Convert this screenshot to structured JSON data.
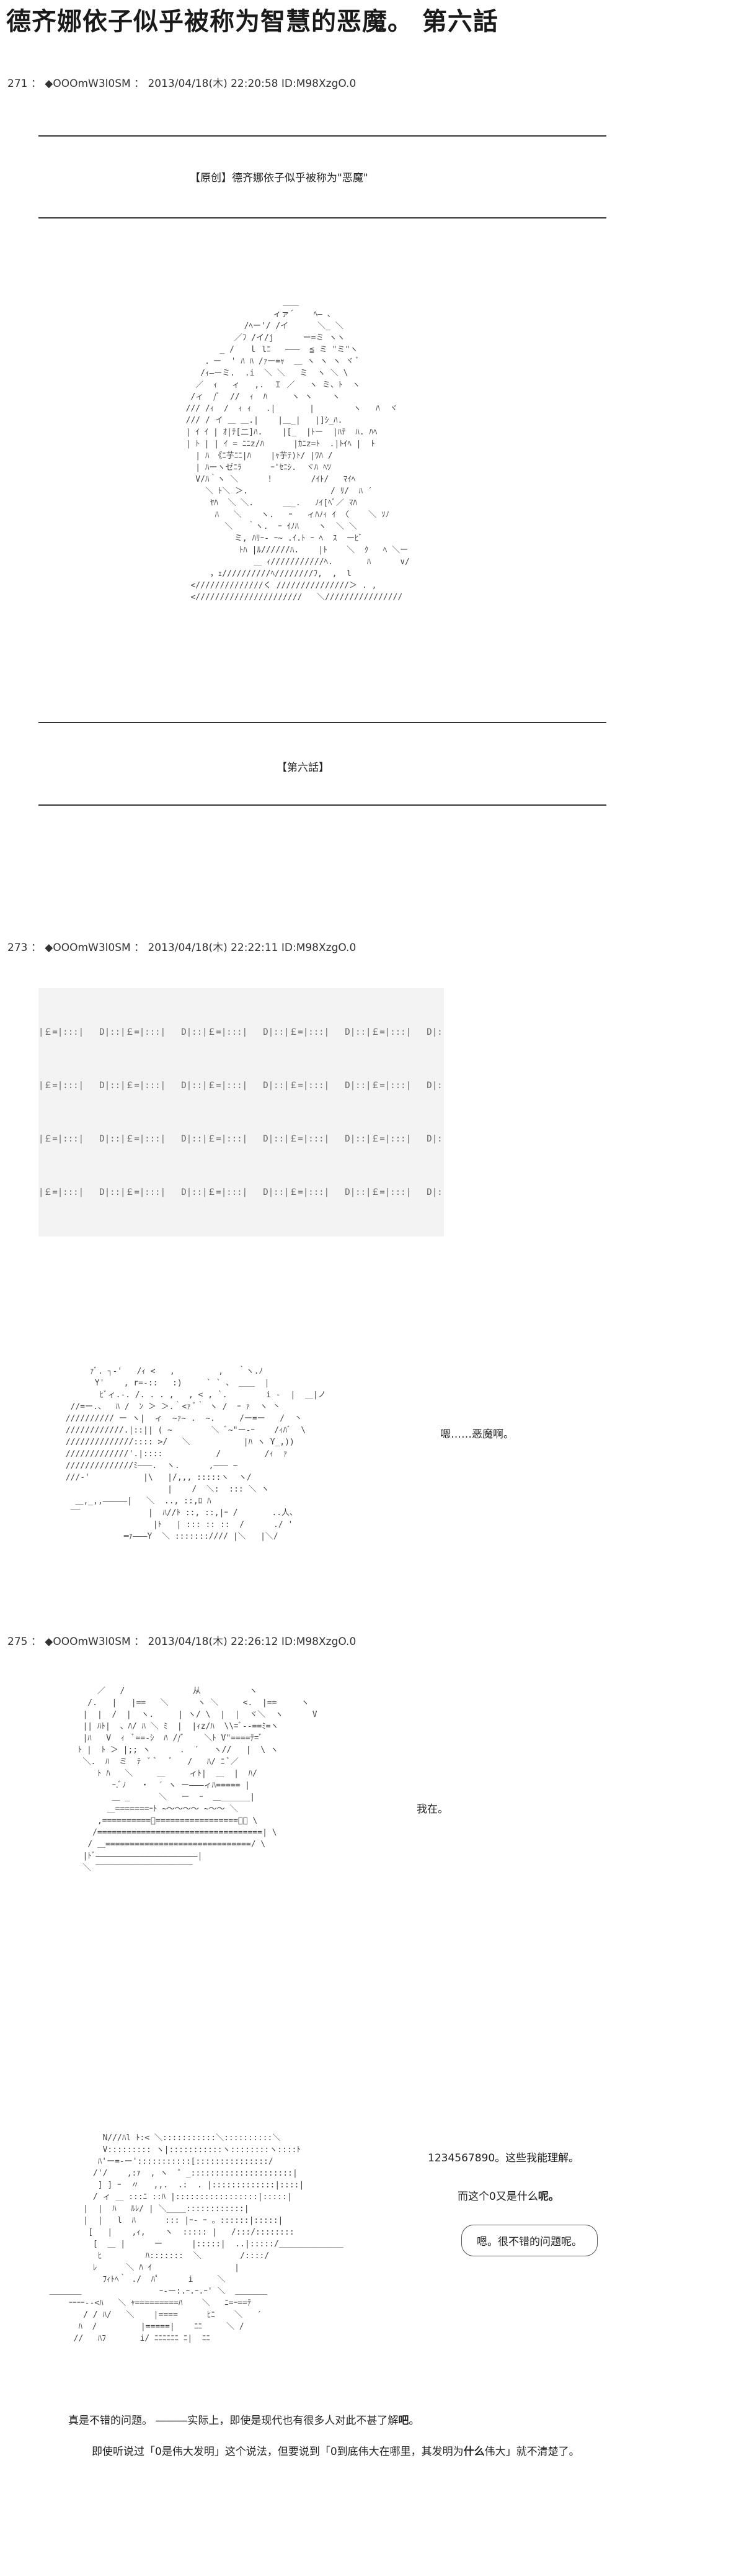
{
  "page_title": "德齐娜依子似乎被称为智慧的恶魔。 第六話",
  "posts": [
    {
      "header": "271 ： ◆OOOmW3l0SM ： 2013/04/18(木) 22:20:58 ID:M98XzgO.0"
    },
    {
      "header": "273 ： ◆OOOmW3l0SM ： 2013/04/18(木) 22:22:11 ID:M98XzgO.0"
    },
    {
      "header": "275 ： ◆OOOmW3l0SM ： 2013/04/18(木) 22:26:12 ID:M98XzgO.0"
    }
  ],
  "opening": {
    "original_label": "【原创】德齐娜依子似乎被称为\"恶魔\"",
    "chapter_label": "【第六話】"
  },
  "frame_row": "|￡=|:::|   D|::|￡=|:::|   D|::|￡=|:::|   D|::|￡=|:::|   D|::|￡=|:::|   D|::|￡=|:::|   D|",
  "dialogue": {
    "line1": "嗯……恶魔啊。",
    "line2": "我在。",
    "line3a_num": "1234567890",
    "line3a_rest": "。这些我能理解。",
    "line3b_pre": "而这个",
    "line3b_mid": "0又是什么",
    "line3b_post": "呢。",
    "bubble": "嗯。很不错的问题呢。"
  },
  "narration": {
    "n1_pre": "真是不错的问题。 ―――实际上，即使是现代也有很多人对此不甚了解",
    "n1_bold": "吧",
    "n1_post": "。",
    "n2_pre": "即使听说过「0是伟大发明」这个说法，但要说到「0到底伟大在哪里，其发明为",
    "n2_bold": "什么",
    "n2_mid": "伟大",
    "n2_post": "」就不清楚了。"
  },
  "art": {
    "aa1": "                      ＿＿\n                    ィァ´    ﾍ― ､\n              /ﾍー'/ /イ      ＼_ ＼\n            ／ﾌ /イ/j      ー=ミ ヽヽ\n         _ /   ｌ lﾆ   ―――  ≦ ミ \"ミ\"ヽ\n      ．ー  ' ﾊ ﾊ /ｧー=ｬ  ＿ ヽ ヽ ヽ ヾ ﾞ\n     /ｨ―ーミ.  .i  ＼ ＼   ミ  ヽ ＼ \\\n    ／  ｨ   ィ   ,.  Ｉ ／   ヽ ミ、ﾄ  ヽ\n   /ィ  /ﾞ  //  ｨ  ﾊ     ヽ ヽ    ヽ\n  /// /ｨ  /  ｨ ｨ   .|       |        ヽ   ﾊ  ヾ\n  /// / イ ＿ ＿.|    |＿_|   |]ｼ_ﾊ.\n  | ｲ ｲ | ｵ|ﾃ[二]ﾊ.    |[_  |ﾄー  |ﾊﾃ  ﾊ. ﾊﾍ\n  | ﾄ | | ｲ = ﾆﾆz/ﾊ      |ｶﾆz=ﾄ  .|ﾄｲﾍ |  ﾄ\n    | ﾊ 《ﾆ芋ﾆﾆ|ﾊ    |ｬ芋ﾃ)ﾄ/ |ﾜﾊ /\n    | ﾊーヽゼﾆﾗ      ｰ'ｾﾆｼ.  ヾﾊ ﾍﾂ\n    V/ﾊ｀ヽ ＼      !        /ｲﾄ/   ﾏｲﾍ\n      ＼ ﾄ＼ ＞.                 / ﾘ/  ﾊ ′\n       ﾔﾊ  ＼ ＼.      ＿_.   ﾉｲ[ﾍﾞ／ ﾏﾊ\n        ﾊ   ＼    ヽ.   ｰ   ィﾊﾉｨ ｲ 〈    ＼ ｿﾉ\n          ＼   ｀ヽ.  ｰ ｲﾉﾊ    ヽ  ＼ ＼\n            ミ, ﾊﾘｰ- ｰ~ .ｲ.ﾄ ｰ ﾍ  ｽ  ーﾋﾞ\n             ﾄﾊ |ﾙ//////ﾊ.    |ﾄ    ＼  ｸ   ﾍ ＼ー\n                ＿ ｨ///////////ﾍ.       ﾊ      ∨/\n       ，ｪ//////////ﾍ////////ﾌ,  ,  l\n   <//////////////く ///////////////＞ . ,\n   <//////////////////////   ＼////////////////",
    "aa2": "      ｧﾞ. ┐-'   /ｨ <   ,         ,   ｀ヽ.ﾉ\n       Y'    , r=-::   :)     ` ` 、 ＿＿  |\n        ﾋﾞィ.-. /. . . ,   , < , `.        i -  |  ＿|ノ\n  //=ー.、  ﾊ /  ﾝ ＞ ＞.｀<ｧ ﾞ｀ ヽ /  ｰ ｧ  ヽ 丶\n ////////// ー ヽ|  ィ  ~ｧ~ .  ~.     /ー=ー   /  丶\n ////////////.|::|| ( ~        ＼ ﾞ~\"ー-ｰ    /ｨﾊﾞ  \\\n //////////////:::: >/   ＼           |ﾊ ヽ Y_,))\n /////////////'.|::::           /         /ｨ  ｧ \n //////////////ﾐ―――.  ヽ.      ,――― ~\n ///-'           |\\   |/,,, :::::ヽ  ヽ/\n                      |    /  ＼:  ::: ＼ ヽ\n   ＿,_,,―――――|   ＼  .., ::,ﾛ ﾊ\n  ‾‾              |  ﾊ//ﾄ ::, ::,|ｰ /       ..人、\n                   |ﾄ   | ::: :: ::  /      ./ '\n             ━ｧ―――Y  ＼ ::::::://// |＼   |＼/",
    "aa3": "      ／   /              从          ヽ\n    /.   |   |==   ＼      ヽ ＼     <.  |==     ヽ\n   |  |  /  |  ヽ.     | ヽ/ \\  |  |  ヾ＼  ヽ      V\n   || ﾊﾄ|  、ﾊ/ ﾊ ＼ ﾐ  |  |ｨz/ﾊ  \\\\=ﾞ--==ﾐ=ヽ\n   |ﾊ   V  ｨ  ﾞ==-ｼ  ﾊ //ﾞ    ＼ﾄ V\"====ﾃ=ﾞ\n  ﾄ |  ﾄ ＞ |;; ヽ      .  ′   ヽ//   |  \\ ヽ\n   ＼.  ﾊ  ミ  ﾃ  ﾞ ﾞ   ﾞ   /   ﾊ/ ﾆ ﾞ／\n      ﾄ ﾊ   ＼     ＿     ィﾄ|  ＿  |  ﾊ/\n         ｰ.ﾞﾉ   ・  ′ ヽ ー―――ィﾊ===== |\n         ＿ _      ＼   ー  ｰ  ＿______|\n        ＿=======ｰﾄ ~～～～～ ~～～ ＼\n      ,==========ﾞ=================ﾟﾟ \\\n     /==================================| \\\n    / ＿==============================/ \\\n   |ﾄﾞ―――――――――――――――――――――|\n   ＼ ‾‾‾‾‾‾‾‾‾‾‾‾‾‾‾‾‾‾‾‾",
    "aa4": "              N///ﾊl ﾄ:< ＼:::::::::::＼::::::::::＼\n              V::::::::: ヽ|:::::::::::ヽ::::::::ヽ::::ﾄ\n             ﾊ'ー=-ー':::::::::::[:::::::::::::::/\n            /'/    ,:ｧ  , ヽ  ゜_:::::::::::::::::::::|\n             ] ] ｰ  〃   ,,.  .:  . |:::::::::::::|::::|\n            / ィ ＿ :::ﾆ ::ﾊ |:::::::::::::::::|:::::|\n          |  |  ﾊ   ﾙﾚ/ | ＼____::::::::::::|\n          |  |   l  ﾊ      ::: |ｰ- ｰ 。::::::|:::::|\n           [   |    ,ｨ,    ヽ  ::::: |   /:::/::::::::\n            [  ＿ |      ー      |:::::|  ..|:::::/＿＿＿＿＿＿＿＿\n             ﾋ         ﾊ:::::::  ＼        /::::/\n            ﾚ      ＼ ﾊ ｲ                 |\n              ﾌｨﾄﾍ｀ ./  ﾊﾟ      i     ＼\n   ＿＿＿＿                ｰ-ー:.ｰ.ｰ.ｰ' ＼  ＿＿＿＿\n       ｰｰｰｰ--<ﾊ   ＼ ｬ=========ﾊ    ＼   ﾆ=ｰ==ﾃ\n          / / ﾊ/   ＼    |====      ﾋﾆ    ＼   ′\n         ﾊ  /         |=====|    ﾆﾆ     ＼ /\n        //   ﾊﾌ       i/ ﾆﾆﾆﾆﾆﾆ ﾆ|  ﾆﾆ"
  },
  "colors": {
    "background": "#ffffff",
    "text": "#1a1a1a",
    "rule": "#333333",
    "frame_bg": "#f3f3f3"
  }
}
